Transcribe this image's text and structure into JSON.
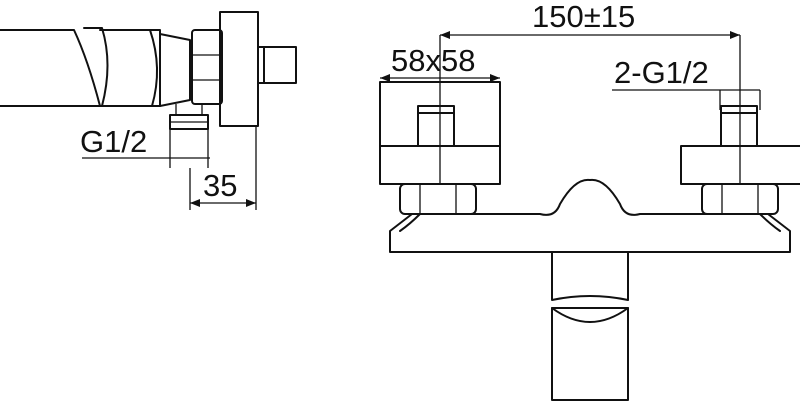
{
  "dimensions": {
    "center_distance": "150±15",
    "handle_size": "58x58",
    "inlets": "2-G1/2",
    "side_thread": "G1/2",
    "side_depth": "35"
  }
}
